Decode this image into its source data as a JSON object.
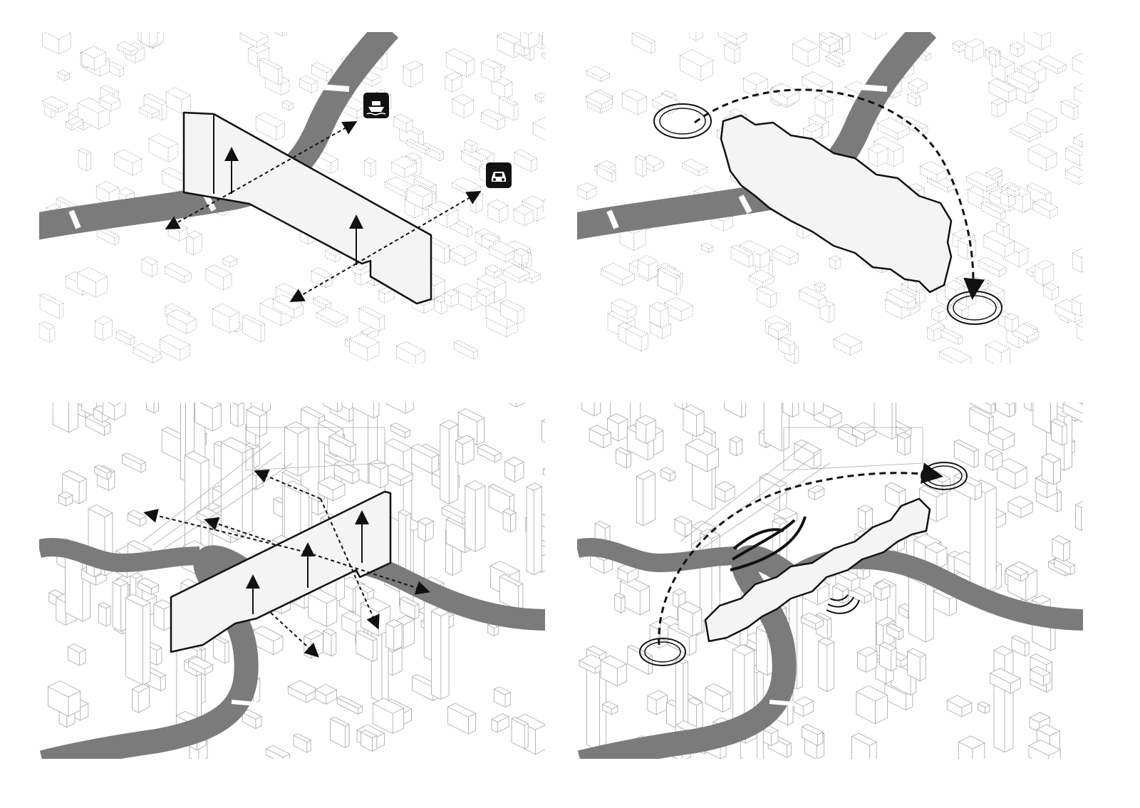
{
  "panels": [
    {
      "id": "top-left",
      "theme": "connections",
      "icons": [
        "boat-icon",
        "car-icon"
      ]
    },
    {
      "id": "top-right",
      "theme": "linking-endpoints",
      "icons": [
        "target-circle-icon",
        "target-circle-icon"
      ]
    },
    {
      "id": "bottom-left",
      "theme": "crossing-connections",
      "icons": []
    },
    {
      "id": "bottom-right",
      "theme": "linking-and-sound",
      "icons": [
        "target-circle-icon",
        "target-circle-icon",
        "sound-wave-icon"
      ]
    }
  ],
  "colors": {
    "river": "#7b7b7b",
    "structure_outline": "#111111",
    "building_line": "#9a9a9a",
    "background": "#ffffff"
  }
}
